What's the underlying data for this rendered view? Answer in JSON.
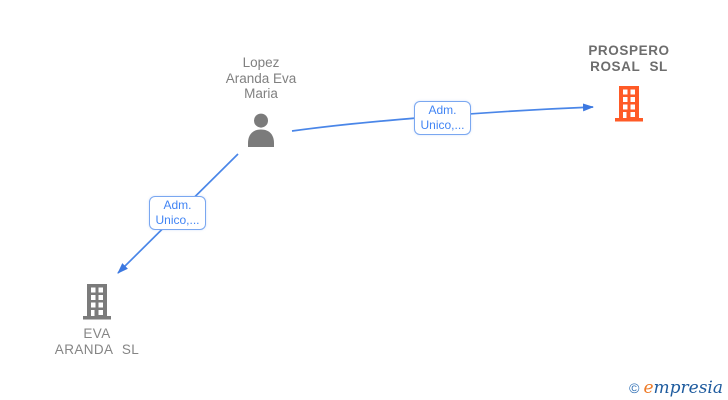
{
  "diagram": {
    "background": "#ffffff",
    "colors": {
      "edge_line": "#4a86e8",
      "edge_arrowhead": "#3c78e0",
      "edge_label_text": "#4285f4",
      "edge_label_border": "#7aa7f0",
      "person_icon": "#7b7b7b",
      "company_main_icon": "#ff5a26",
      "company_secondary_icon": "#7b7b7b",
      "person_label_text": "#808080",
      "company_main_label_text": "#6d6d6d",
      "company_secondary_label_text": "#858585"
    },
    "nodes": {
      "person": {
        "lines": [
          "Lopez",
          "Aranda Eva",
          "Maria"
        ],
        "icon": "person-icon"
      },
      "company_main": {
        "lines": [
          "PROSPERO",
          "ROSAL SL"
        ],
        "icon": "building-icon"
      },
      "company_secondary": {
        "lines": [
          "EVA",
          "ARANDA SL"
        ],
        "icon": "building-icon"
      }
    },
    "edges": [
      {
        "from": "Lopez Aranda Eva Maria",
        "to": "PROSPERO ROSAL SL",
        "label_lines": [
          "Adm.",
          "Unico,..."
        ]
      },
      {
        "from": "Lopez Aranda Eva Maria",
        "to": "EVA ARANDA SL",
        "label_lines": [
          "Adm.",
          "Unico,..."
        ]
      }
    ]
  },
  "footer": {
    "copyright_symbol": "©",
    "brand_lead": "e",
    "brand_rest": "mpresia"
  }
}
